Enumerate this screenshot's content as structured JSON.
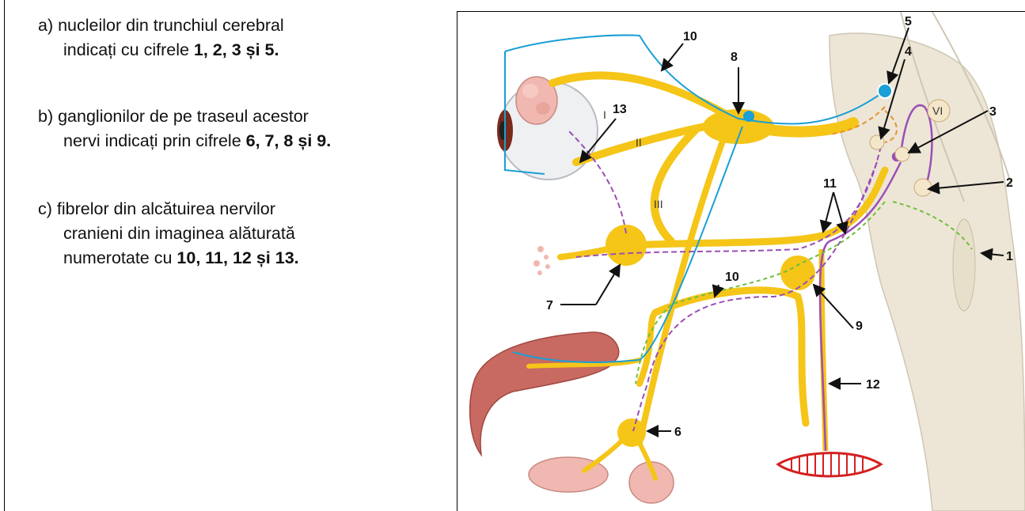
{
  "question": {
    "a_line1": "a) nucleilor din trunchiul cerebral",
    "a_line2_prefix": "indicați cu cifrele ",
    "a_line2_bold": "1, 2, 3 și 5.",
    "b_line1": "b) ganglionilor de pe traseul acestor",
    "b_line2_prefix": "nervi indicați prin cifrele ",
    "b_line2_bold": "6, 7, 8 și 9.",
    "c_line1": "c) fibrelor din alcătuirea nervilor",
    "c_line2": "cranieni din imaginea alăturată",
    "c_line3_prefix": "numerotate cu ",
    "c_line3_bold": "10, 11, 12 și 13."
  },
  "diagram": {
    "labels": {
      "n1": "1",
      "n2": "2",
      "n3": "3",
      "n4": "4",
      "n5": "5",
      "n6": "6",
      "n7": "7",
      "n8": "8",
      "n9": "9",
      "n10a": "10",
      "n10b": "10",
      "n11": "11",
      "n12": "12",
      "n13": "13"
    },
    "roman": {
      "r1": "I",
      "r2": "II",
      "r3": "III",
      "r6": "VI"
    },
    "colors": {
      "nerve": "#f5c518",
      "nerve_edge": "#e0a800",
      "blue_fiber": "#1a9fd6",
      "purple_fiber": "#9b4fb5",
      "green_fiber": "#6fbf3a",
      "orange_fiber": "#e8912a",
      "brainstem": "#ede6d6",
      "gland": "#f0b8b0",
      "muscle_stripe": "#d42020"
    }
  }
}
